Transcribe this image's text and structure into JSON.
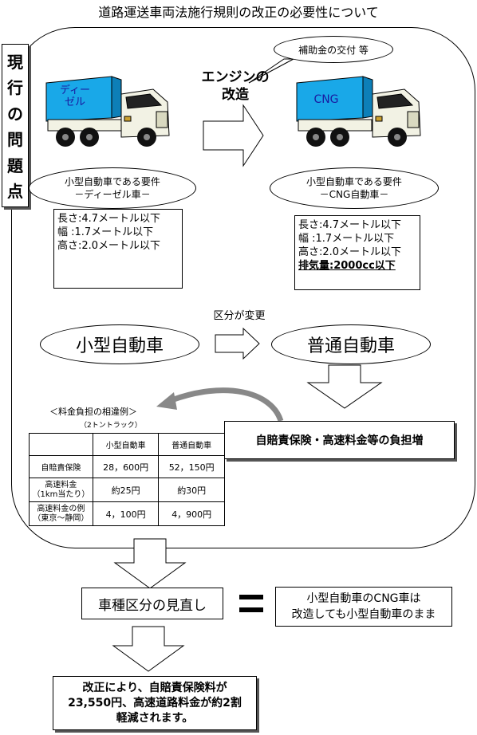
{
  "title": "道路運送車両法施行規則の改正の必要性について",
  "side_label": [
    "現",
    "行",
    "の",
    "問",
    "題",
    "点"
  ],
  "subsidy": "補助金の交付 等",
  "engine_mod": [
    "エンジンの",
    "改造"
  ],
  "truck_left_label": [
    "ディー",
    "ゼル"
  ],
  "truck_right_label": "CNG",
  "req_left": [
    "小型自動車である要件",
    "－ディーゼル車－"
  ],
  "req_right": [
    "小型自動車である要件",
    "－CNG自動車－"
  ],
  "spec_left": [
    "長さ:4.7メートル以下",
    "幅 :1.7メートル以下",
    "高さ:2.0メートル以下"
  ],
  "spec_right": [
    "長さ:4.7メートル以下",
    "幅 :1.7メートル以下",
    "高さ:2.0メートル以下",
    "排気量:2000cc以下"
  ],
  "class_change": "区分が変更",
  "small_car": "小型自動車",
  "normal_car": "普通自動車",
  "fee_example_title": "＜料金負担の相違例＞",
  "fee_example_sub": "（2トントラック）",
  "burden_increase": "自賠責保険・高速料金等の負担増",
  "table": {
    "headers": [
      "",
      "小型自動車",
      "普通自動車"
    ],
    "rows": [
      [
        "自賠責保険",
        "28，600円",
        "52，150円"
      ],
      [
        "高速料金\n（1km当たり）",
        "約25円",
        "約30円"
      ],
      [
        "高速料金の例\n（東京～静岡）",
        "4，100円",
        "4，900円"
      ]
    ]
  },
  "review": "車種区分の見直し",
  "equals": "＝",
  "result_note": [
    "小型自動車のCNG車は",
    "改造しても小型自動車のまま"
  ],
  "conclusion": [
    "改正により、自賠責保険料が",
    "23,550円、高速道路料金が約2割",
    "軽減されます。"
  ],
  "colors": {
    "cover": "#19a8e8",
    "cab": "#f2f2e4",
    "text_blue": "#1a1aa0"
  }
}
